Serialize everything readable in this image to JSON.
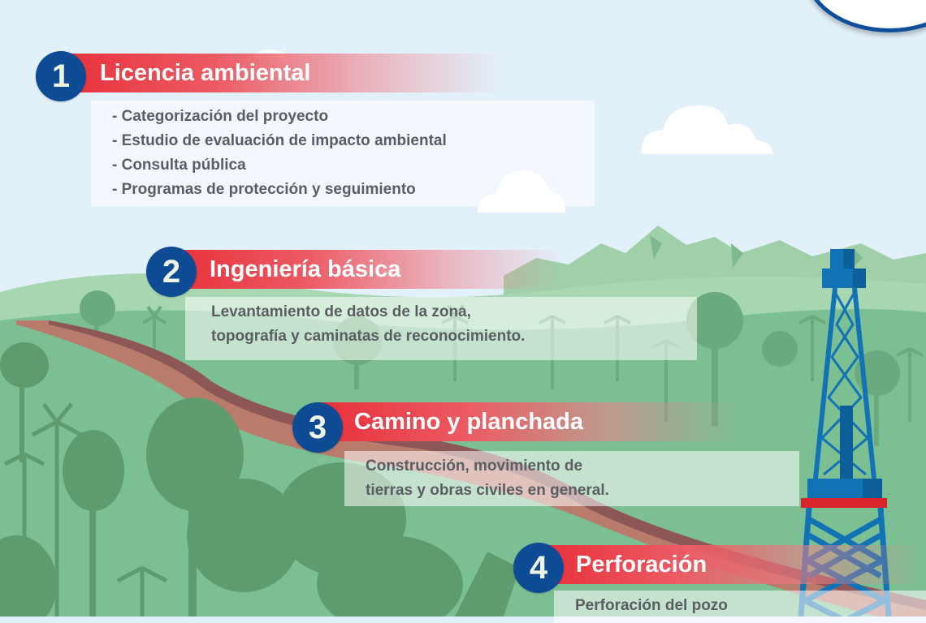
{
  "colors": {
    "sky": "#e2f0fa",
    "banner_red": "#e8303a",
    "number_circle": "#0d4b94",
    "ground_green": "#7cbf92",
    "tree_green": "#5e9c6e",
    "road": "#b97b6c",
    "road_dark": "#8e5757",
    "derrick_blue": "#1172b5",
    "derrick_band": "#d9232d",
    "text_gray": "#5a5e63"
  },
  "steps": [
    {
      "number": "1",
      "title": "Licencia ambiental",
      "lines": [
        "- Categorización del proyecto",
        "- Estudio de evaluación de impacto ambiental",
        "- Consulta pública",
        "- Programas de protección y seguimiento"
      ]
    },
    {
      "number": "2",
      "title": "Ingeniería básica",
      "lines": [
        "Levantamiento de datos de la zona,",
        "topografía y caminatas de reconocimiento."
      ]
    },
    {
      "number": "3",
      "title": "Camino y planchada",
      "lines": [
        "Construcción, movimiento de",
        "tierras y obras civiles en general."
      ]
    },
    {
      "number": "4",
      "title": "Perforación",
      "lines": [
        "Perforación del pozo"
      ]
    }
  ]
}
